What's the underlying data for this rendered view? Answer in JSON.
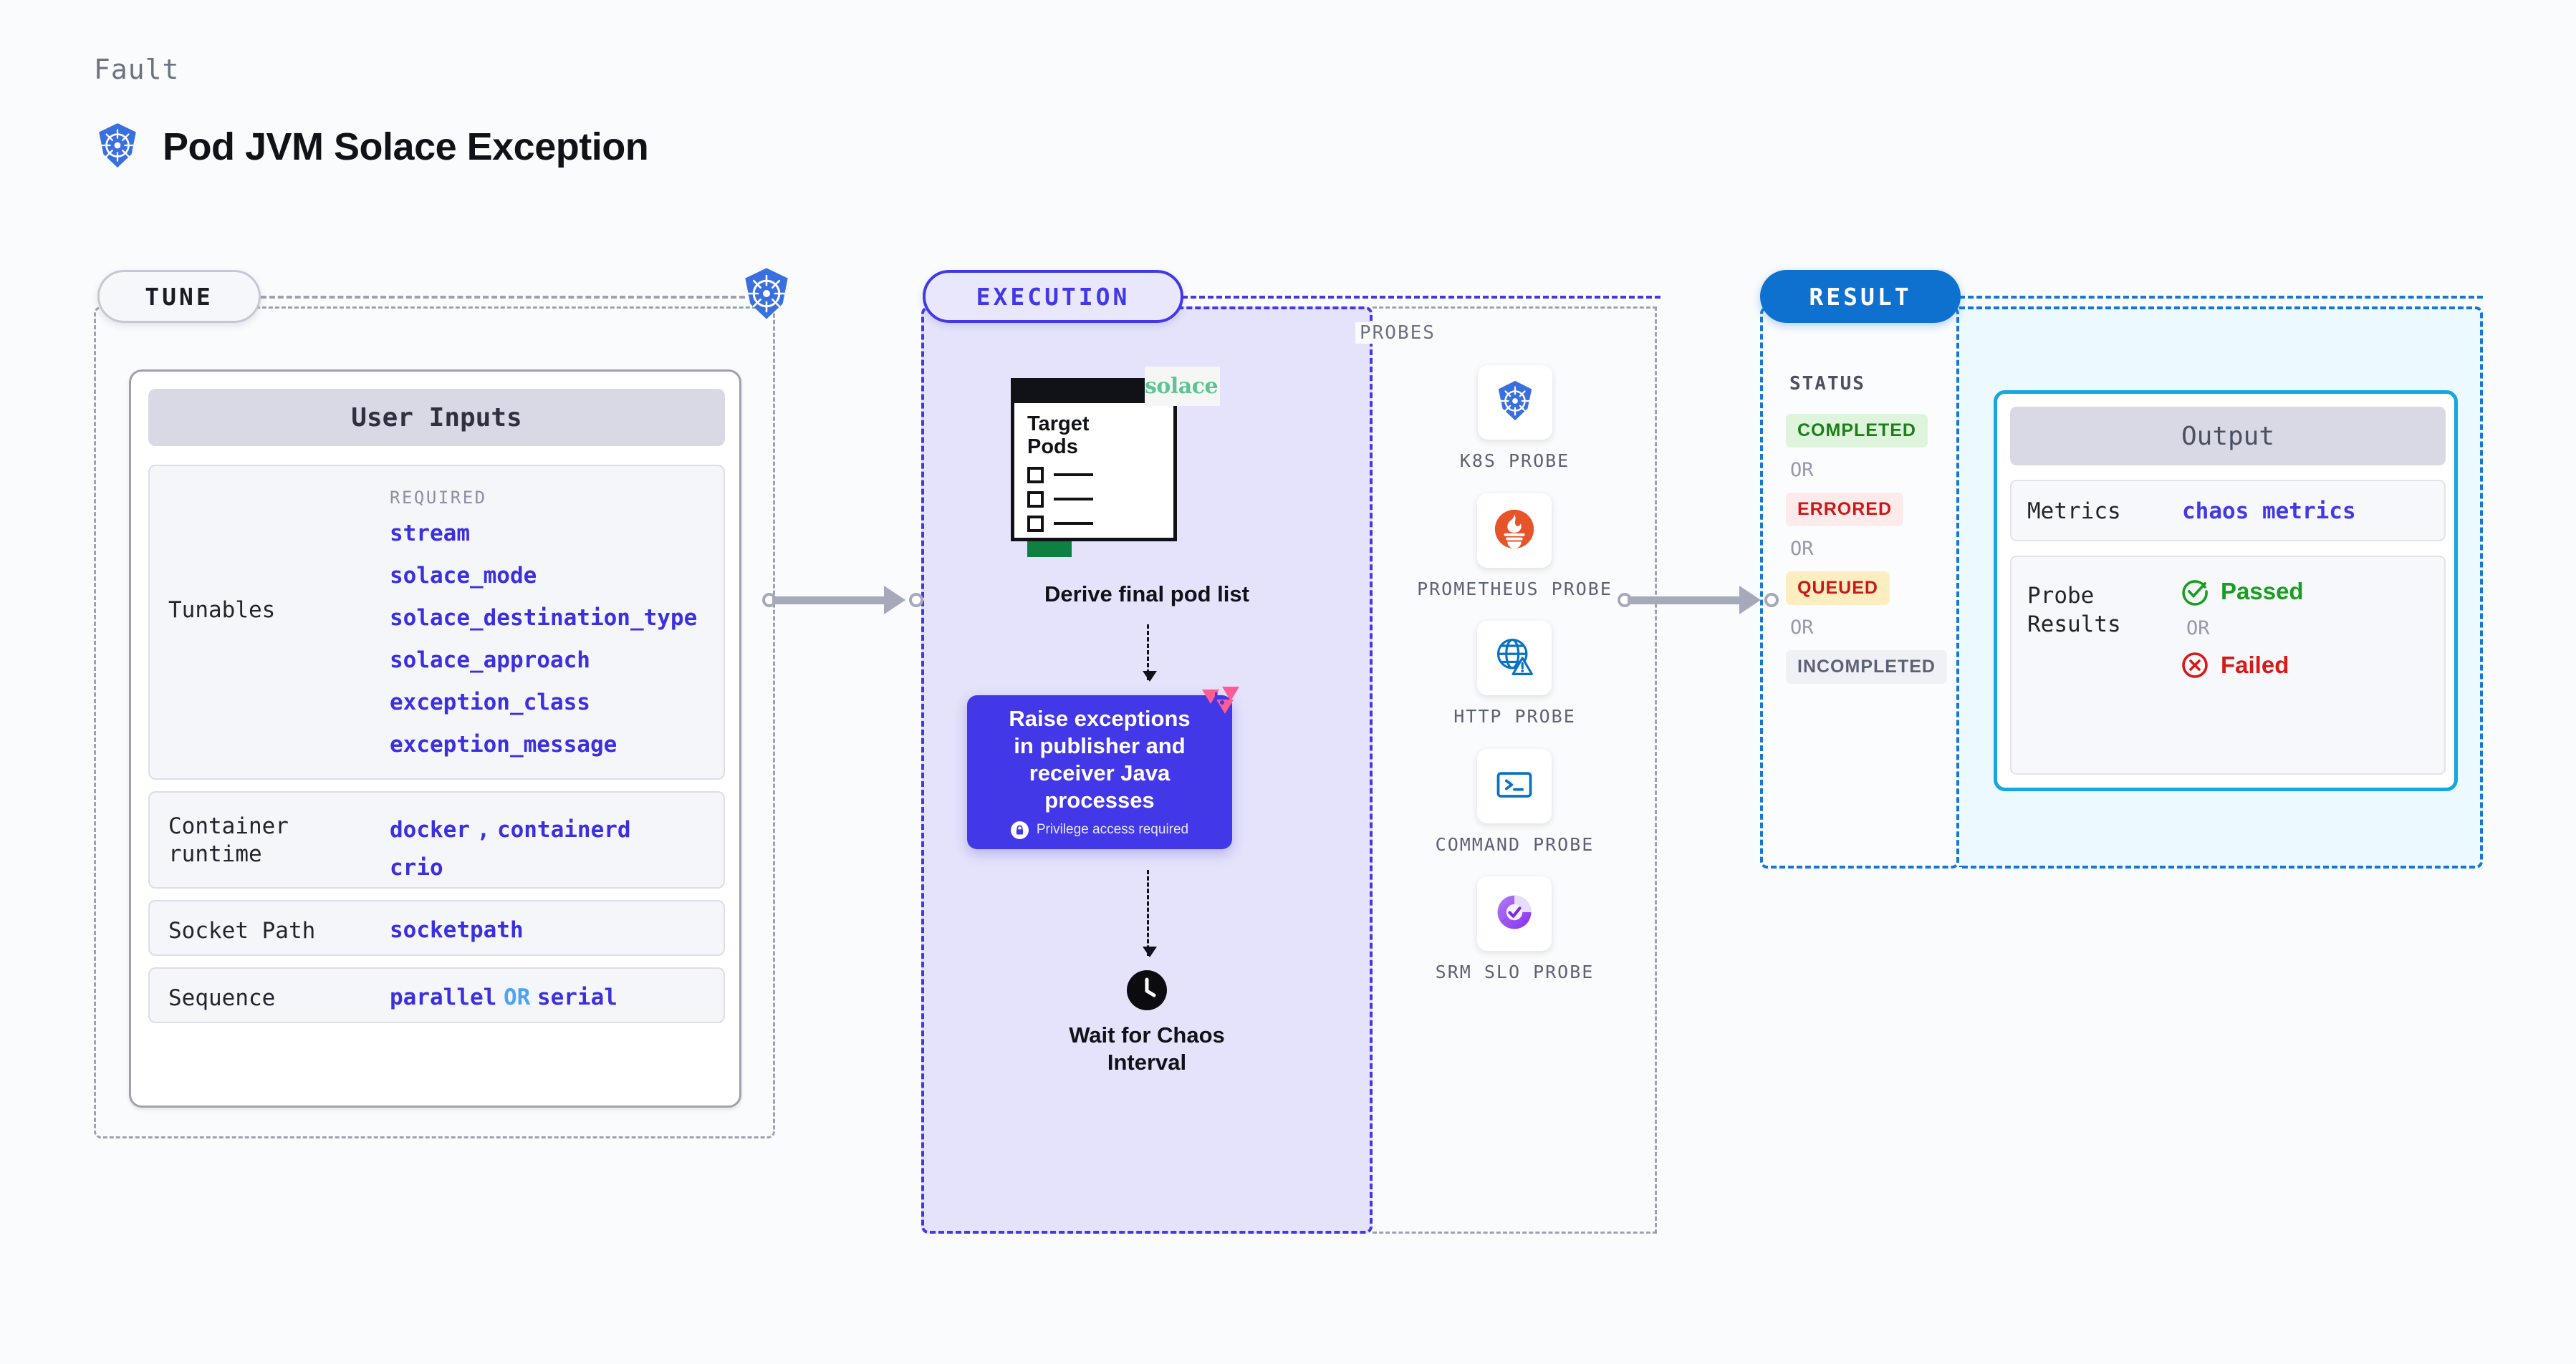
{
  "header": {
    "eyebrow": "Fault",
    "title": "Pod JVM Solace Exception",
    "icon": "kubernetes-icon"
  },
  "stages": {
    "tune": {
      "pill_label": "TUNE",
      "badge_icon": "kubernetes-icon"
    },
    "execution": {
      "pill_label": "EXECUTION",
      "probes_label": "PROBES"
    },
    "result": {
      "pill_label": "RESULT",
      "status_label": "STATUS"
    }
  },
  "tune": {
    "card_title": "User Inputs",
    "rows": [
      {
        "label": "Tunables",
        "required_label": "REQUIRED",
        "values": [
          "stream",
          "solace_mode",
          "solace_destination_type",
          "solace_approach",
          "exception_class",
          "exception_message"
        ]
      },
      {
        "label": "Container runtime",
        "values": [
          "docker",
          "containerd",
          "crio"
        ],
        "separator": ","
      },
      {
        "label": "Socket Path",
        "values": [
          "socketpath"
        ]
      },
      {
        "label": "Sequence",
        "values": [
          "parallel",
          "serial"
        ],
        "joiner": "OR"
      }
    ]
  },
  "execution": {
    "pod_card": {
      "title_line1": "Target",
      "title_line2": "Pods",
      "checkbox_count": 3,
      "logo_text": "solace",
      "logo_icon": "solace-logo"
    },
    "derive_label": "Derive final pod list",
    "action_card": {
      "text_line1": "Raise exceptions",
      "text_line2": "in publisher and",
      "text_line3": "receiver Java",
      "text_line4": "processes",
      "privilege_note": "Privilege access required",
      "privilege_icon": "lock-icon",
      "corner_icon": "litmus-chaos-icon",
      "color": "#4338e8"
    },
    "wait_step": {
      "icon": "clock-icon",
      "label_line1": "Wait for Chaos",
      "label_line2": "Interval"
    },
    "probes": [
      {
        "name": "K8S PROBE",
        "icon": "kubernetes-icon"
      },
      {
        "name": "PROMETHEUS PROBE",
        "icon": "prometheus-icon"
      },
      {
        "name": "HTTP PROBE",
        "icon": "http-globe-icon"
      },
      {
        "name": "COMMAND PROBE",
        "icon": "terminal-icon"
      },
      {
        "name": "SRM SLO PROBE",
        "icon": "srm-slo-icon"
      }
    ]
  },
  "result": {
    "statuses": [
      {
        "label": "COMPLETED",
        "color": "#1a8017",
        "bg": "#dff4dc"
      },
      {
        "label": "ERRORED",
        "color": "#cc1717",
        "bg": "#fdeaea"
      },
      {
        "label": "QUEUED",
        "color": "#cc1717",
        "bg": "#fdeec2"
      },
      {
        "label": "INCOMPLETED",
        "color": "#5c6275",
        "bg": "#f0f1f6"
      }
    ],
    "or_label": "OR",
    "output": {
      "title": "Output",
      "metrics_label": "Metrics",
      "metrics_value": "chaos metrics",
      "probe_results_label": "Probe Results",
      "passed_label": "Passed",
      "passed_icon": "check-circle-icon",
      "failed_label": "Failed",
      "failed_icon": "x-circle-icon",
      "or_label": "OR"
    }
  },
  "colors": {
    "accent_purple": "#4338e8",
    "accent_blue": "#0f71cf",
    "accent_cyan": "#16a6e0",
    "link": "#3b2fe0",
    "muted": "#9ca3af"
  }
}
